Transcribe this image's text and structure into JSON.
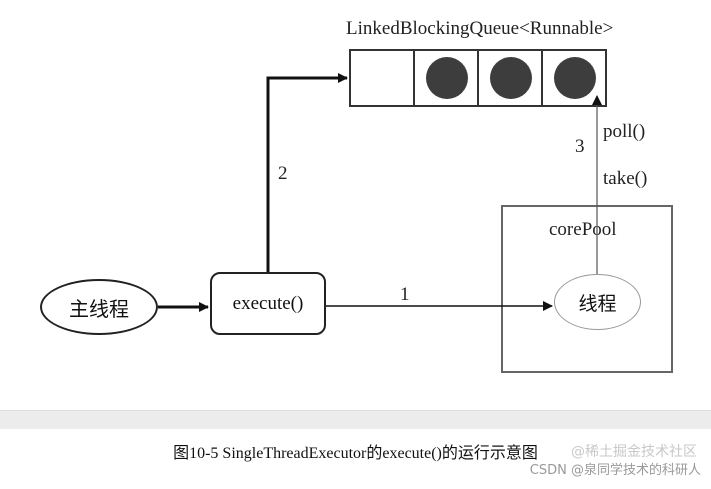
{
  "queue": {
    "title": "LinkedBlockingQueue<Runnable>",
    "slots": [
      {
        "filled": false
      },
      {
        "filled": true
      },
      {
        "filled": true
      },
      {
        "filled": true
      }
    ]
  },
  "nodes": {
    "main_thread": "主线程",
    "execute": "execute()",
    "core_pool": "corePool",
    "worker_thread": "线程"
  },
  "edges": {
    "step1": "1",
    "step2": "2",
    "step3": "3",
    "poll": "poll()",
    "take": "take()"
  },
  "caption": "图10-5  SingleThreadExecutor的execute()的运行示意图",
  "watermark": {
    "overlay": "@稀土掘金技术社区",
    "source": "CSDN @泉同学技术的科研人"
  }
}
